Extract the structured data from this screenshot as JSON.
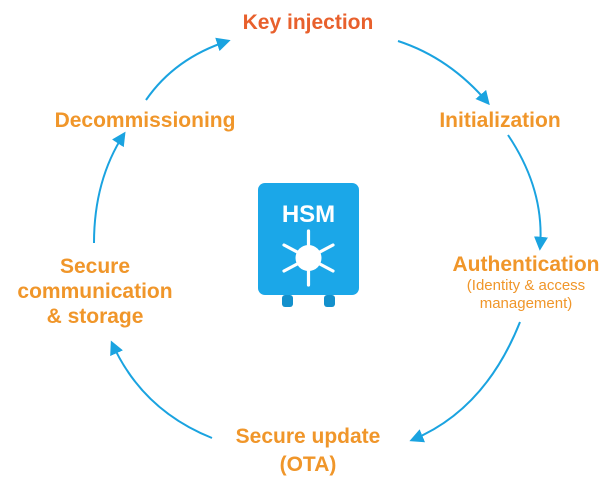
{
  "colors": {
    "arrow": "#1aa3e0",
    "label_orange": "#f0962a",
    "label_red": "#e8602c",
    "hsm_fill": "#1ba7e8",
    "hsm_dark": "#1390cc",
    "hsm_text": "#ffffff"
  },
  "hsm": {
    "label": "HSM",
    "icon": "lock-dial-icon"
  },
  "stages": {
    "key_injection": "Key injection",
    "initialization": "Initialization",
    "authentication": "Authentication",
    "authentication_sub_line1": "(Identity & access",
    "authentication_sub_line2": "management)",
    "secure_update_line1": "Secure update",
    "secure_update_line2": "(OTA)",
    "secure_comm_line1": "Secure",
    "secure_comm_line2": "communication",
    "secure_comm_line3": "& storage",
    "decommissioning": "Decommissioning"
  }
}
